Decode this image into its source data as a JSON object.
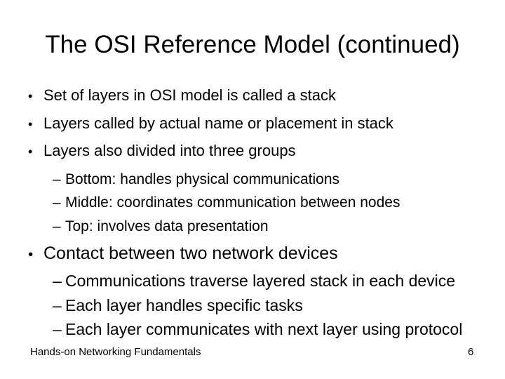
{
  "slide": {
    "title": "The OSI Reference Model (continued)",
    "markers": {
      "level1": "•",
      "level2": "–"
    },
    "bullets": [
      {
        "level": 1,
        "group": 1,
        "text": "Set of layers in OSI model is called a stack"
      },
      {
        "level": 1,
        "group": 1,
        "text": "Layers called by actual name or placement in stack"
      },
      {
        "level": 1,
        "group": 1,
        "text": "Layers also divided into three groups"
      },
      {
        "level": 2,
        "group": 1,
        "text": "Bottom: handles physical communications"
      },
      {
        "level": 2,
        "group": 1,
        "text": "Middle: coordinates communication between nodes"
      },
      {
        "level": 2,
        "group": 1,
        "text": "Top: involves data presentation"
      },
      {
        "level": 1,
        "group": 2,
        "text": "Contact between two network devices"
      },
      {
        "level": 2,
        "group": 2,
        "text": "Communications traverse layered stack in each device"
      },
      {
        "level": 2,
        "group": 2,
        "text": "Each layer handles specific tasks"
      },
      {
        "level": 2,
        "group": 2,
        "text": "Each layer communicates with next layer using protocol"
      }
    ],
    "footer": {
      "left_text": "Hands-on Networking Fundamentals",
      "page_number": "6"
    },
    "colors": {
      "background": "#ffffff",
      "text": "#000000"
    }
  }
}
